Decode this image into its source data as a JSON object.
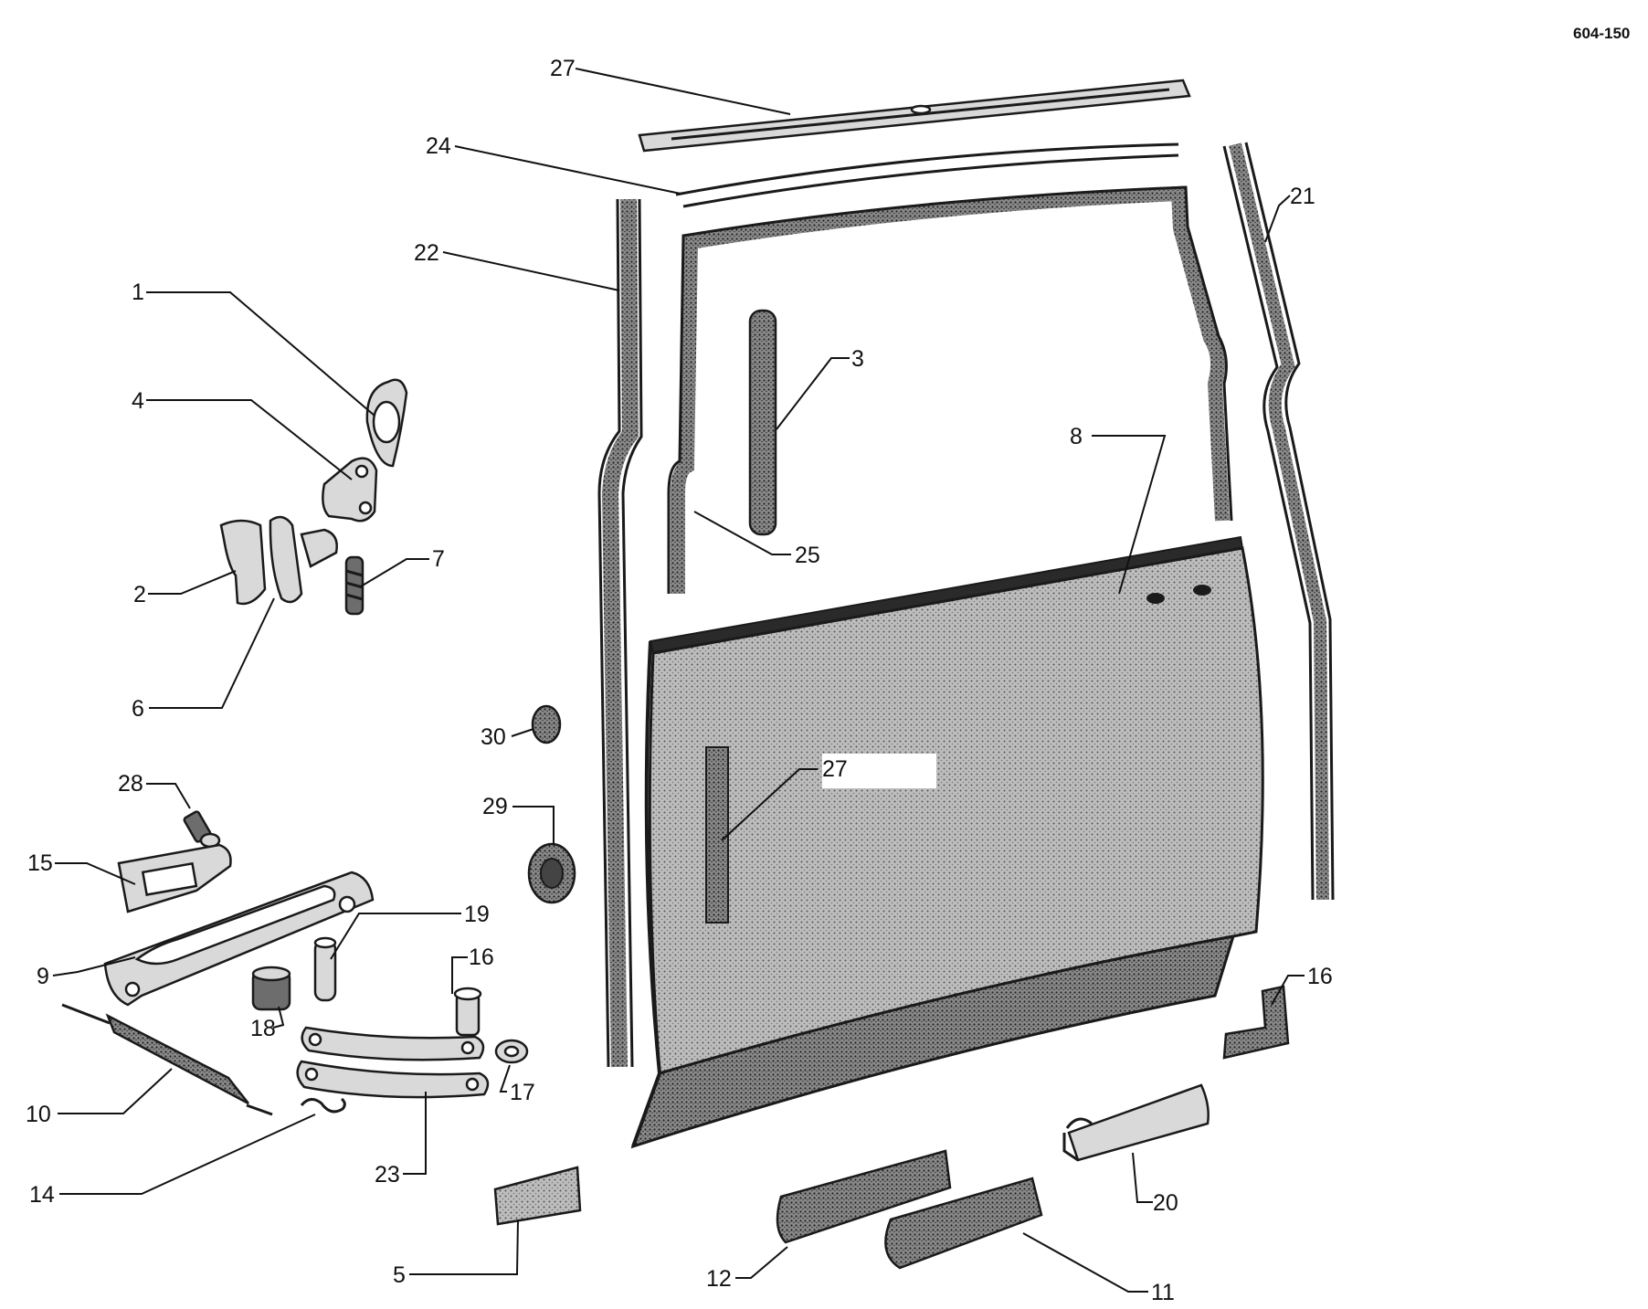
{
  "drawing_number": "604-150",
  "callouts": [
    {
      "id": "c27a",
      "text": "27"
    },
    {
      "id": "c24",
      "text": "24"
    },
    {
      "id": "c22",
      "text": "22"
    },
    {
      "id": "c21",
      "text": "21"
    },
    {
      "id": "c1",
      "text": "1"
    },
    {
      "id": "c4",
      "text": "4"
    },
    {
      "id": "c3",
      "text": "3"
    },
    {
      "id": "c8",
      "text": "8"
    },
    {
      "id": "c2",
      "text": "2"
    },
    {
      "id": "c7",
      "text": "7"
    },
    {
      "id": "c25",
      "text": "25"
    },
    {
      "id": "c6",
      "text": "6"
    },
    {
      "id": "c30",
      "text": "30"
    },
    {
      "id": "c27b",
      "text": "27"
    },
    {
      "id": "c28",
      "text": "28"
    },
    {
      "id": "c29",
      "text": "29"
    },
    {
      "id": "c15",
      "text": "15"
    },
    {
      "id": "c19",
      "text": "19"
    },
    {
      "id": "c16a",
      "text": "16"
    },
    {
      "id": "c16b",
      "text": "16"
    },
    {
      "id": "c9",
      "text": "9"
    },
    {
      "id": "c18",
      "text": "18"
    },
    {
      "id": "c10",
      "text": "10"
    },
    {
      "id": "c17",
      "text": "17"
    },
    {
      "id": "c14",
      "text": "14"
    },
    {
      "id": "c23",
      "text": "23"
    },
    {
      "id": "c20",
      "text": "20"
    },
    {
      "id": "c5",
      "text": "5"
    },
    {
      "id": "c12",
      "text": "12"
    },
    {
      "id": "c11",
      "text": "11"
    }
  ]
}
